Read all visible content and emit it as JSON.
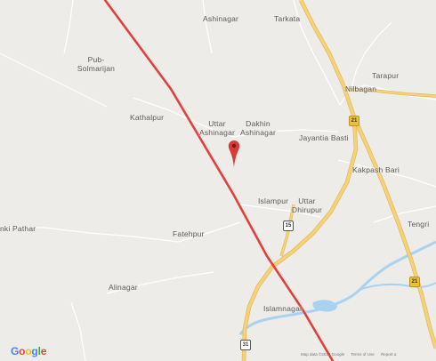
{
  "map": {
    "colors": {
      "land": "#eeece8",
      "water": "#a8d2ef",
      "road_major": "#f3d27a",
      "road_major_edge": "#e2b85a",
      "road_minor": "#ffffff",
      "route": "#e0403e",
      "pin": "#d83a35"
    },
    "places": [
      {
        "id": "ashinagar",
        "label": "Ashinagar"
      },
      {
        "id": "tarkata",
        "label": "Tarkata"
      },
      {
        "id": "pub_solmarijan",
        "label": "Pub-\nSolmarijan"
      },
      {
        "id": "tarapur",
        "label": "Tarapur"
      },
      {
        "id": "nilbagan",
        "label": "Nilbagan"
      },
      {
        "id": "kathalpur",
        "label": "Kathalpur"
      },
      {
        "id": "uttar_ashinagar",
        "label": "Uttar\nAshinagar"
      },
      {
        "id": "dakhin_ashinagar",
        "label": "Dakhin\nAshinagar"
      },
      {
        "id": "jayantia_basti",
        "label": "Jayantia Basti"
      },
      {
        "id": "kakpash_bari",
        "label": "Kakpash Bari"
      },
      {
        "id": "islampur",
        "label": "Islampur"
      },
      {
        "id": "uttar_dhirupur",
        "label": "Uttar\nDhirupur"
      },
      {
        "id": "tengri",
        "label": "Tengri"
      },
      {
        "id": "nki_pathar",
        "label": "nki Pathar"
      },
      {
        "id": "fatehpur",
        "label": "Fatehpur"
      },
      {
        "id": "alinagar",
        "label": "Alinagar"
      },
      {
        "id": "islamnagar",
        "label": "Islamnagar"
      }
    ],
    "shields": [
      {
        "id": "shield_21_north",
        "label": "21",
        "kind": "state"
      },
      {
        "id": "shield_15",
        "label": "15",
        "kind": "nh"
      },
      {
        "id": "shield_21_south",
        "label": "21",
        "kind": "state"
      },
      {
        "id": "shield_31",
        "label": "31",
        "kind": "nh"
      }
    ],
    "logo": {
      "letters": [
        "G",
        "o",
        "o",
        "g",
        "l",
        "e"
      ],
      "colors": [
        "#4285f4",
        "#ea4335",
        "#fbbc05",
        "#4285f4",
        "#34a853",
        "#ea4335"
      ]
    },
    "footer": {
      "map_data": "Map data ©2018 Google",
      "terms": "Terms of Use",
      "report": "Report a"
    },
    "icons": {
      "pin": "map-pin-icon"
    }
  }
}
